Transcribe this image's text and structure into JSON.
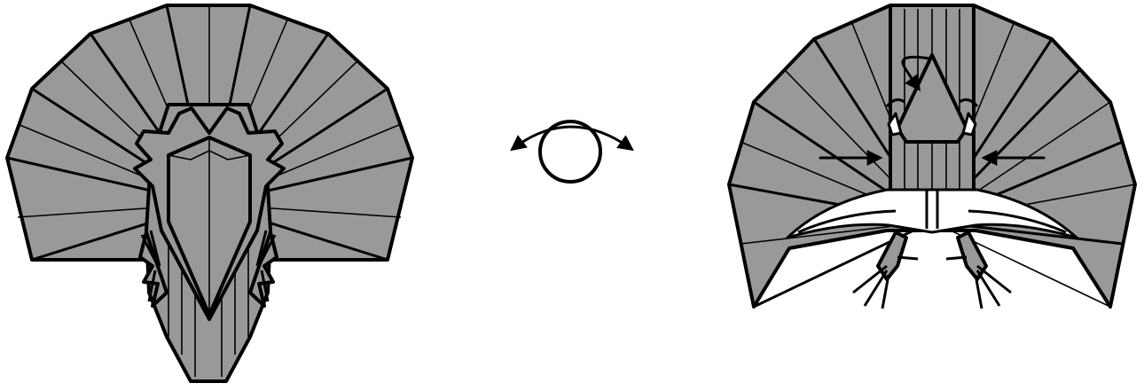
{
  "diagram": {
    "type": "origami-instruction-step",
    "colors": {
      "paper": "#999999",
      "line": "#000000",
      "background": "#ffffff"
    },
    "icons": {
      "left_figure": "origami-turkey-front-view",
      "turn_over_symbol": "turn-over-icon",
      "right_figure": "origami-turkey-back-view",
      "push_arrows": "push-arrow-icon",
      "fold_arrow": "valley-fold-arrow-icon"
    }
  }
}
